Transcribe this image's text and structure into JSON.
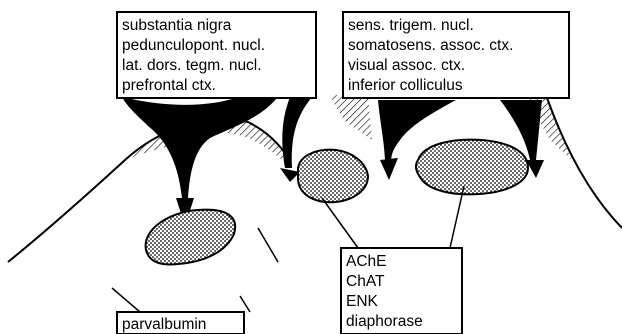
{
  "diagram": {
    "afferent_box_left": {
      "lines": [
        "substantia nigra",
        "pedunculopont. nucl.",
        "lat. dors. tegm. nucl.",
        "prefrontal ctx."
      ]
    },
    "afferent_box_right": {
      "lines": [
        "sens. trigem. nucl.",
        "somatosens. assoc. ctx.",
        "visual assoc. ctx.",
        "inferior colliculus"
      ]
    },
    "marker_box_center": {
      "lines": [
        "AChE",
        "ChAT",
        "ENK",
        "diaphorase"
      ]
    },
    "marker_box_left": {
      "lines": [
        "parvalbumin"
      ]
    },
    "colors": {
      "ink": "#000000",
      "paper": "#ffffff"
    }
  }
}
